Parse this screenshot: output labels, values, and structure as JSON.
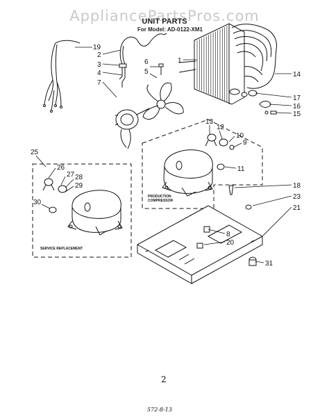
{
  "watermark": "AppliancePartsPros.com",
  "header": {
    "title": "UNIT PARTS",
    "model_line": "For Model: AD-0122-XM1"
  },
  "callouts": {
    "c1": "1",
    "c2": "2",
    "c3": "3",
    "c4": "4",
    "c5": "5",
    "c6": "6",
    "c7": "7",
    "c8": "8",
    "c9": "9",
    "c10": "10",
    "c11": "11",
    "c12": "12",
    "c13": "13",
    "c14": "14",
    "c15": "15",
    "c16": "16",
    "c17": "17",
    "c18": "18",
    "c19": "19",
    "c20": "20",
    "c21": "21",
    "c23": "23",
    "c25": "25",
    "c26": "26",
    "c27": "27",
    "c28": "28",
    "c29": "29",
    "c30": "30",
    "c31": "31"
  },
  "labels": {
    "production_line1": "PRODUCTION",
    "production_line2": "COMPRESSOR",
    "service": "SERVICE REPLACEMENT"
  },
  "footer": {
    "page_number": "2",
    "code": "572-8-13"
  }
}
